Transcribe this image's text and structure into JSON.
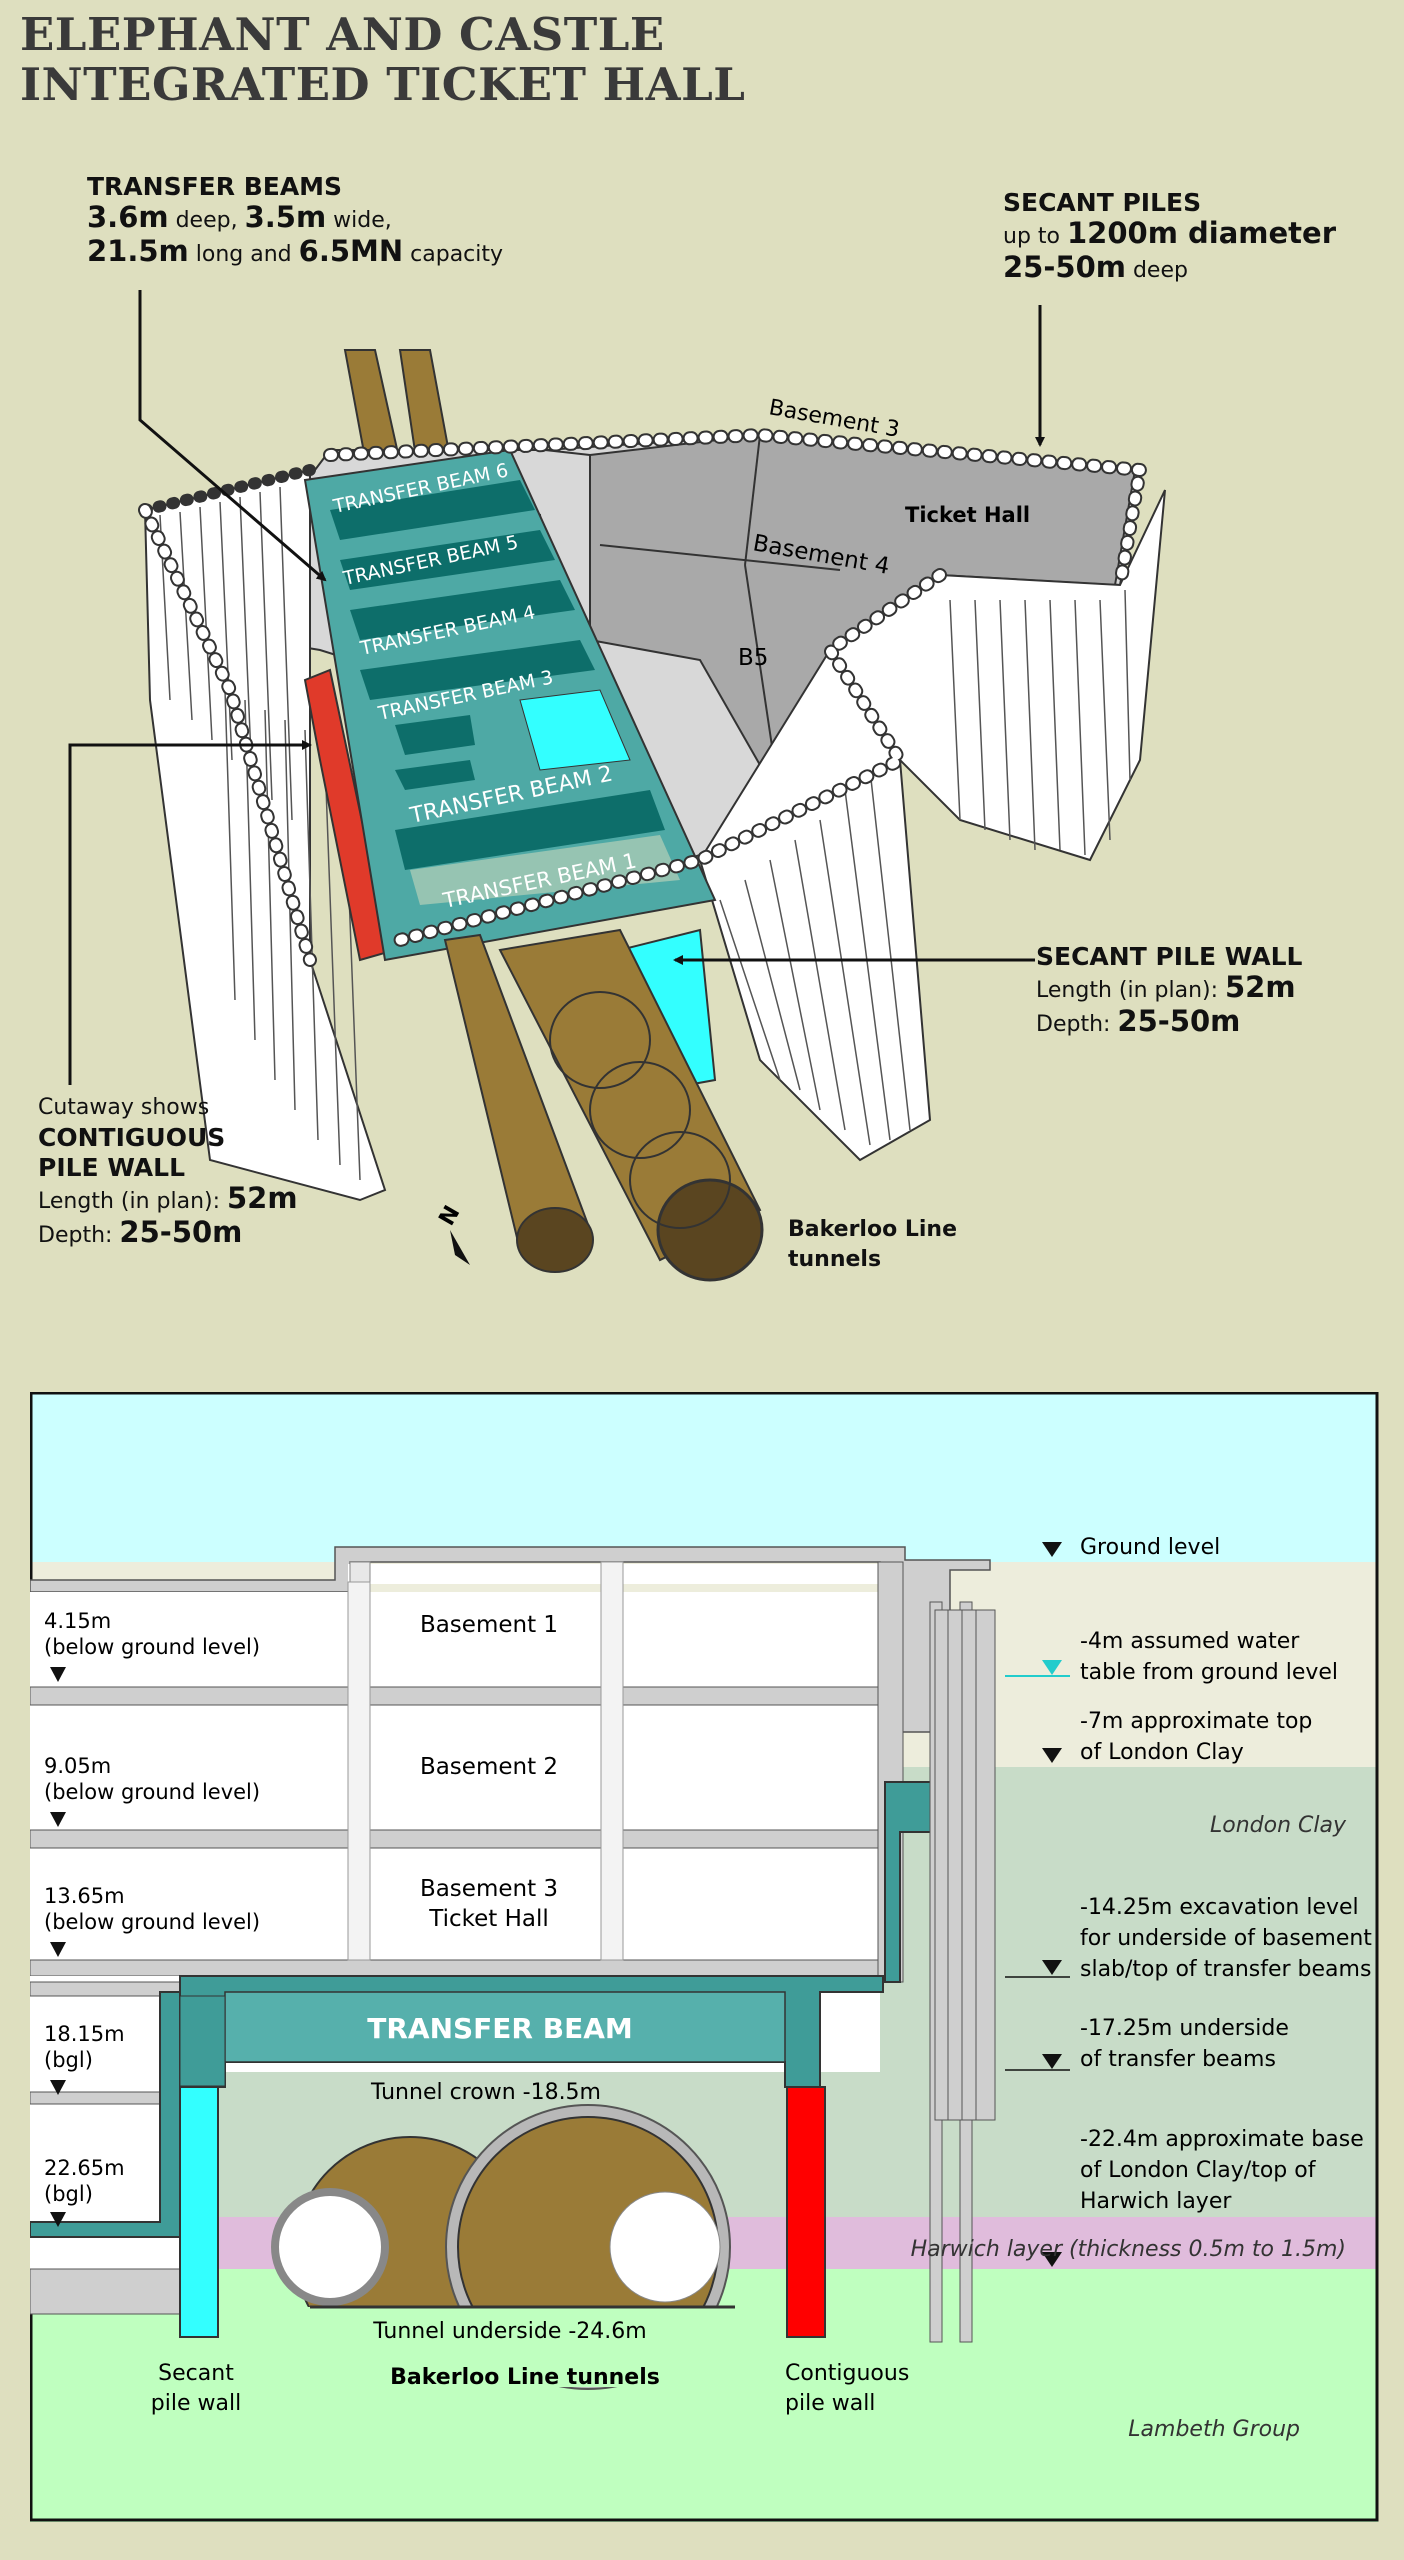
{
  "title": {
    "line1": "ELEPHANT AND CASTLE",
    "line2": "INTEGRATED TICKET HALL"
  },
  "iso": {
    "transfer_beams": {
      "heading": "TRANSFER BEAMS",
      "l1_a": "3.6m",
      "l1_b": " deep, ",
      "l1_c": "3.5m",
      "l1_d": " wide,",
      "l2_a": "21.5m",
      "l2_b": " long and ",
      "l2_c": "6.5MN",
      "l2_d": " capacity"
    },
    "secant_piles": {
      "heading": "SECANT PILES",
      "l1_a": "up to ",
      "l1_b": "1200m diameter",
      "l2_a": "25-50m",
      "l2_b": " deep"
    },
    "secant_pile_wall": {
      "heading": "SECANT PILE WALL",
      "l1_a": "Length (in plan): ",
      "l1_b": "52m",
      "l2_a": "Depth: ",
      "l2_b": "25-50m"
    },
    "contiguous": {
      "l0": "Cutaway shows",
      "heading1": "CONTIGUOUS",
      "heading2": "PILE WALL",
      "l1_a": "Length (in plan): ",
      "l1_b": "52m",
      "l2_a": "Depth: ",
      "l2_b": "25-50m"
    },
    "bakerloo": {
      "l1": "Bakerloo Line",
      "l2": "tunnels"
    },
    "north": "N",
    "basement3": "Basement 3",
    "basement4": "Basement 4",
    "b5": "B5",
    "ticket_hall": "Ticket Hall",
    "beams": [
      "TRANSFER BEAM 6",
      "TRANSFER BEAM 5",
      "TRANSFER BEAM 4",
      "TRANSFER BEAM 3",
      "TRANSFER BEAM 2",
      "TRANSFER BEAM 1"
    ]
  },
  "section": {
    "basement1": "Basement 1",
    "basement2": "Basement 2",
    "basement3_l1": "Basement 3",
    "basement3_l2": "Ticket Hall",
    "d1_a": "4.15m",
    "d1_b": "(below ground level)",
    "d2_a": "9.05m",
    "d2_b": "(below ground level)",
    "d3_a": "13.65m",
    "d3_b": "(below ground level)",
    "d4_a": "18.15m",
    "d4_b": "(bgl)",
    "d5_a": "22.65m",
    "d5_b": "(bgl)",
    "transfer_beam": "TRANSFER BEAM",
    "tunnel_crown": "Tunnel crown -18.5m",
    "tunnel_underside": "Tunnel underside -24.6m",
    "bakerloo": "Bakerloo Line tunnels",
    "secant_l1": "Secant",
    "secant_l2": "pile wall",
    "contig_l1": "Contiguous",
    "contig_l2": "pile wall",
    "ground": "Ground level",
    "water_l1": "-4m assumed water",
    "water_l2": "table from ground level",
    "clay_l1": "-7m approximate top",
    "clay_l2": "of London Clay",
    "london_clay": "London Clay",
    "exc_l1": "-14.25m excavation level",
    "exc_l2": "for underside of basement",
    "exc_l3": "slab/top of transfer beams",
    "tb_l1": "-17.25m underside",
    "tb_l2": "of transfer beams",
    "base_l1": "-22.4m approximate base",
    "base_l2": "of London Clay/top of",
    "base_l3": "Harwich layer",
    "harwich": "Harwich layer (thickness 0.5m to 1.5m)",
    "lambeth": "Lambeth Group"
  },
  "colors": {
    "bg": "#dedfbf",
    "teal": "#4ea9a5",
    "cyan": "#33ffff",
    "sky": "#ccffff",
    "topsoil": "#ededdc",
    "clay": "#c8dcc8",
    "harwich": "#e0bcdc",
    "lambeth": "#bfffbf",
    "tunnel": "#9a7b37",
    "red": "#ff0000"
  }
}
